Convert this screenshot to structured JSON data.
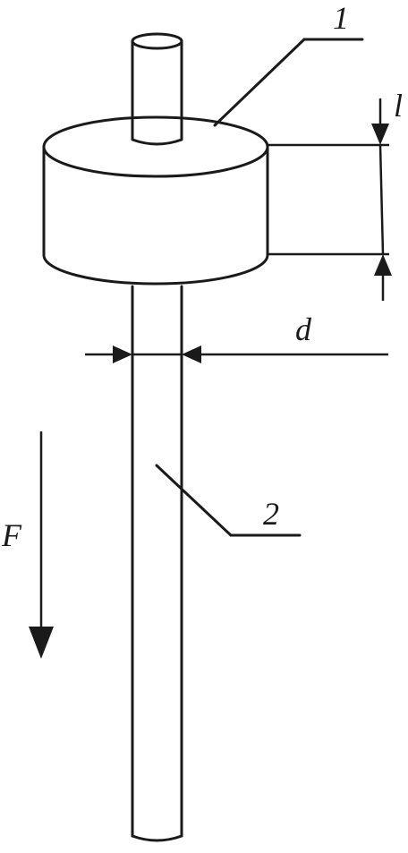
{
  "labels": {
    "part_1": "1",
    "part_2": "2",
    "length": "l",
    "diameter": "d",
    "force": "F"
  },
  "colors": {
    "ink": "#1a1a1a",
    "background": "#ffffff"
  }
}
